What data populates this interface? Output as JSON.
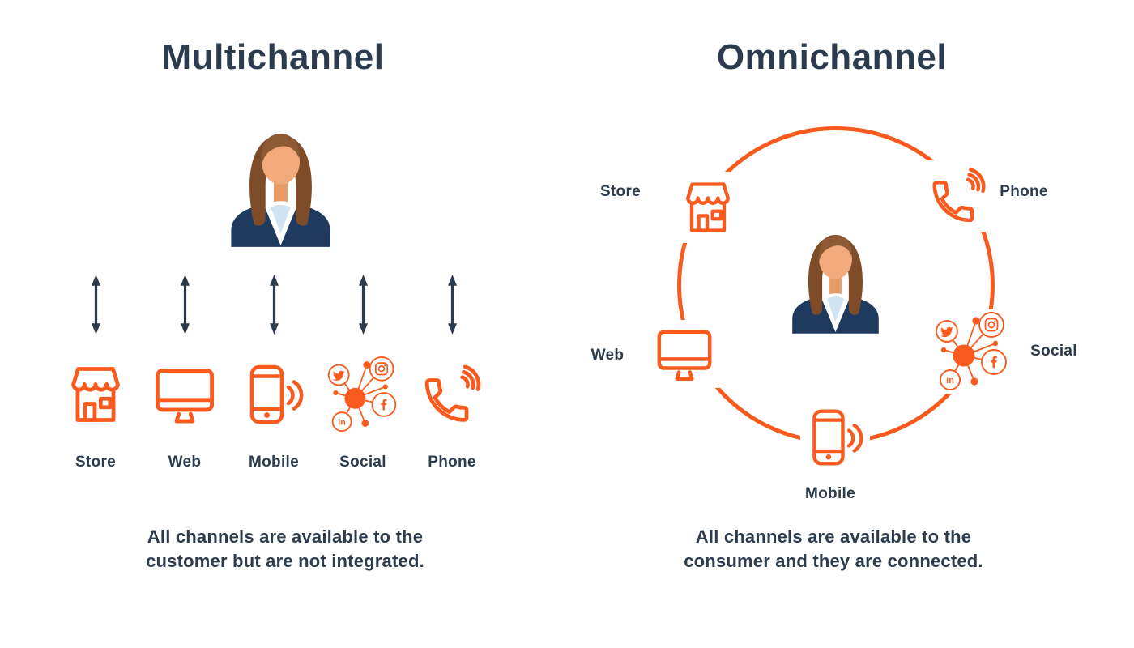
{
  "colors": {
    "accent_orange": "#F95B1E",
    "text_navy": "#2C3C4E"
  },
  "left_panel": {
    "title": "Multichannel",
    "channels": [
      {
        "label": "Store",
        "icon": "store-icon"
      },
      {
        "label": "Web",
        "icon": "web-icon"
      },
      {
        "label": "Mobile",
        "icon": "mobile-icon"
      },
      {
        "label": "Social",
        "icon": "social-icon"
      },
      {
        "label": "Phone",
        "icon": "phone-icon"
      }
    ],
    "caption_line1": "All channels are available to the",
    "caption_line2": "customer but are not integrated."
  },
  "right_panel": {
    "title": "Omnichannel",
    "channels": [
      {
        "label": "Store",
        "icon": "store-icon"
      },
      {
        "label": "Web",
        "icon": "web-icon"
      },
      {
        "label": "Mobile",
        "icon": "mobile-icon"
      },
      {
        "label": "Social",
        "icon": "social-icon"
      },
      {
        "label": "Phone",
        "icon": "phone-icon"
      }
    ],
    "caption_line1": "All channels are available to the",
    "caption_line2": "consumer and they are connected."
  }
}
